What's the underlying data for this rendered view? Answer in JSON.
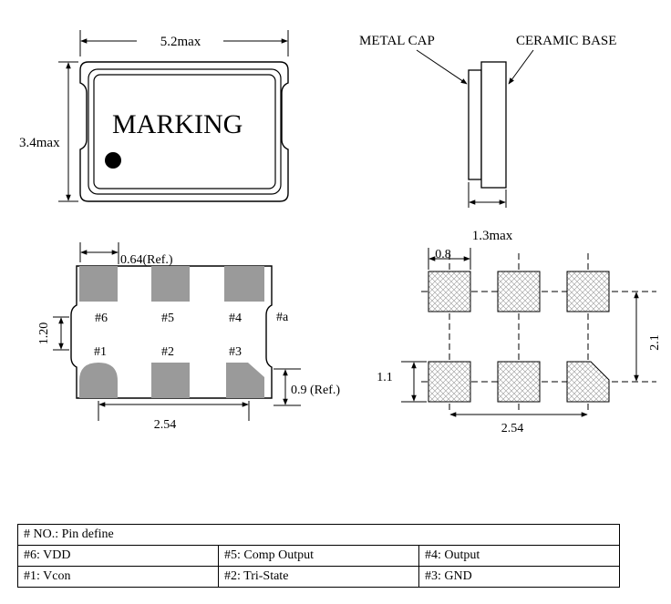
{
  "top_view": {
    "width_label": "5.2max",
    "height_label": "3.4max",
    "marking_text": "MARKING"
  },
  "side_view": {
    "metal_cap_label": "METAL CAP",
    "ceramic_base_label": "CERAMIC BASE",
    "thickness_label": "1.3max"
  },
  "bottom_view": {
    "pad_width_label": "0.64(Ref.)",
    "pitch_y_label": "1.20",
    "pad_height_label": "0.9 (Ref.)",
    "pitch_x_label": "2.54",
    "pin_index_label": "#a",
    "pins": {
      "p6": "#6",
      "p5": "#5",
      "p4": "#4",
      "p1": "#1",
      "p2": "#2",
      "p3": "#3"
    }
  },
  "land_pattern": {
    "pad_width_label": "0.8",
    "pad_height_label": "1.1",
    "pitch_y_label": "2.1",
    "pitch_x_label": "2.54"
  },
  "pin_table": {
    "header": "# NO.: Pin define",
    "rows": [
      [
        "#6: VDD",
        "#5: Comp Output",
        "#4: Output"
      ],
      [
        "#1: Vcon",
        "#2: Tri-State",
        "#3: GND"
      ]
    ]
  }
}
